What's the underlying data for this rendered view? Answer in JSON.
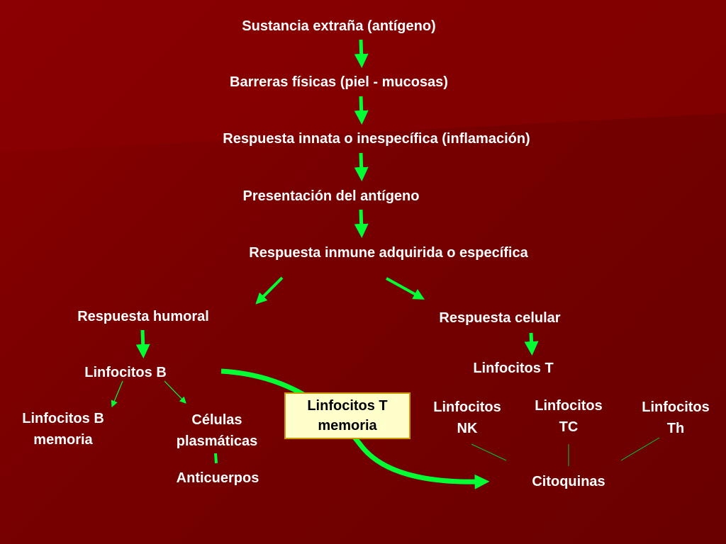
{
  "colors": {
    "background": "#7a0000",
    "text": "#ffffff",
    "arrow_green": "#00ff33",
    "box_fill": "#ffffcc",
    "box_border": "#cc9900",
    "box_text": "#000000"
  },
  "nodes": {
    "antigen": "Sustancia extraña (antígeno)",
    "barriers": "Barreras físicas (piel - mucosas)",
    "innate": "Respuesta innata o inespecífica (inflamación)",
    "presentation": "Presentación del antígeno",
    "adaptive": "Respuesta inmune adquirida o específica",
    "humoral": "Respuesta humoral",
    "cellular": "Respuesta celular",
    "b_cells": "Linfocitos B",
    "t_cells": "Linfocitos T",
    "b_memory": [
      "Linfocitos B",
      "memoria"
    ],
    "plasma_cells": [
      "Células",
      "plasmáticas"
    ],
    "antibodies": "Anticuerpos",
    "t_memory": [
      "Linfocitos T",
      "memoria"
    ],
    "nk_cells": [
      "Linfocitos",
      "NK"
    ],
    "tc_cells": [
      "Linfocitos",
      "TC"
    ],
    "th_cells": [
      "Linfocitos",
      "Th"
    ],
    "cytokines": "Citoquinas"
  }
}
